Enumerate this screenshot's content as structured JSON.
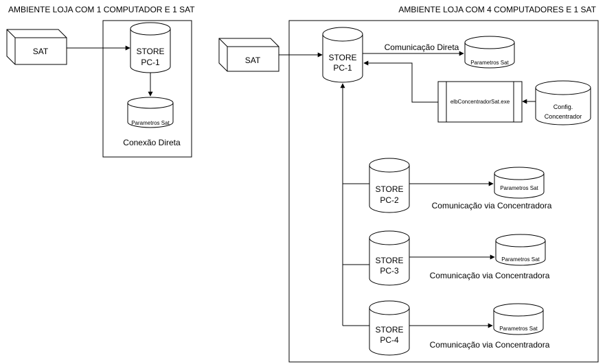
{
  "left": {
    "title": "AMBIENTE LOJA COM 1 COMPUTADOR E 1 SAT",
    "sat_label": "SAT",
    "store_line1": "STORE",
    "store_line2": "PC-1",
    "params_label": "Parametros Sat",
    "caption": "Conexão Direta"
  },
  "right": {
    "title": "AMBIENTE LOJA COM 4 COMPUTADORES E 1 SAT",
    "sat_label": "SAT",
    "pc1_line1": "STORE",
    "pc1_line2": "PC-1",
    "direct_label": "Comunicação Direta",
    "params_label_1": "Parametros Sat",
    "concentrator_exe": "elbConcentradorSat.exe",
    "config_line1": "Config.",
    "config_line2": "Concentrador",
    "pc2_line1": "STORE",
    "pc2_line2": "PC-2",
    "params_label_2": "Parametros Sat",
    "caption_2": "Comunicação via Concentradora",
    "pc3_line1": "STORE",
    "pc3_line2": "PC-3",
    "params_label_3": "Parametros Sat",
    "caption_3": "Comunicação via Concentradora",
    "pc4_line1": "STORE",
    "pc4_line2": "PC-4",
    "params_label_4": "Parametros Sat",
    "caption_4": "Comunicação via Concentradora"
  }
}
